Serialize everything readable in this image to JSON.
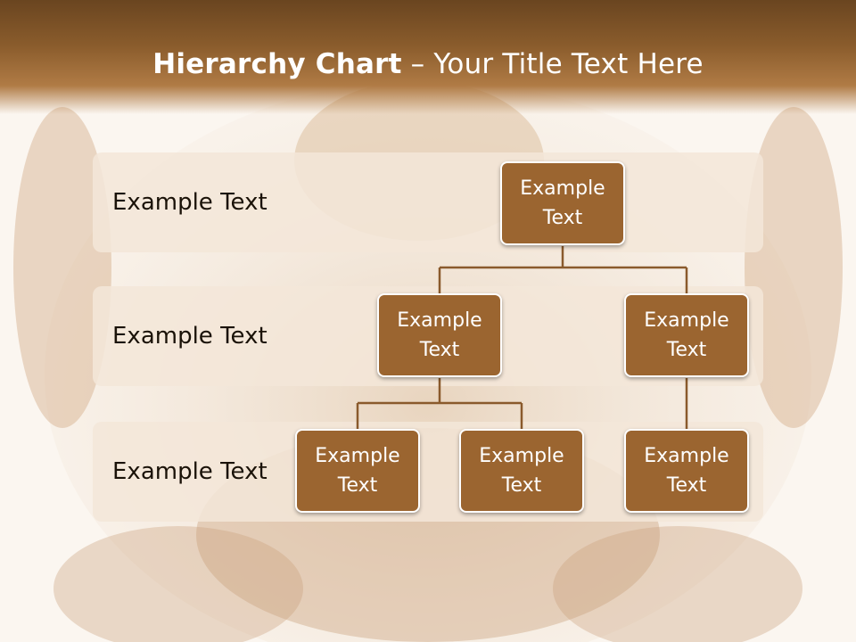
{
  "slide": {
    "title_bold": "Hierarchy Chart",
    "title_rest": " – Your Title Text Here"
  },
  "rows": [
    {
      "label": "Example Text"
    },
    {
      "label": "Example Text"
    },
    {
      "label": "Example Text"
    }
  ],
  "nodes": {
    "root": "Example Text",
    "level2_left": "Example Text",
    "level2_right": "Example Text",
    "level3_a": "Example Text",
    "level3_b": "Example Text",
    "level3_c": "Example Text"
  },
  "colors": {
    "title_bar": "#8a5c2c",
    "node_fill": "#9b6530",
    "node_border": "#ffffff",
    "band_fill": "#f3e7d8",
    "connector": "#8a5a2c"
  }
}
